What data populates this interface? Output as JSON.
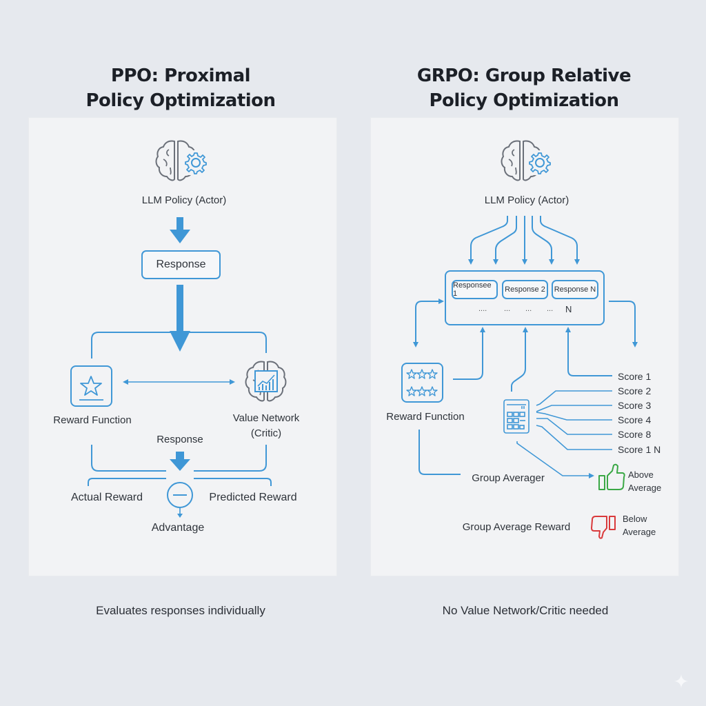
{
  "ppo": {
    "title_line1": "PPO: Proximal",
    "title_line2": "Policy Optimization",
    "policy_label": "LLM Policy (Actor)",
    "response_box": "Response",
    "reward_function": "Reward Function",
    "value_network_line1": "Value Network",
    "value_network_line2": "(Critic)",
    "response_label": "Response",
    "actual_reward": "Actual Reward",
    "predicted_reward": "Predicted Reward",
    "advantage": "Advantage",
    "caption": "Evaluates responses individually",
    "icons": [
      "brain-gear-icon",
      "star-icon",
      "brain-chart-icon",
      "minus-circle-icon"
    ]
  },
  "grpo": {
    "title_line1": "GRPO: Group Relative",
    "title_line2": "Policy Optimization",
    "policy_label": "LLM Policy (Actor)",
    "responses": [
      "Responsee 1",
      "Response 2",
      "Response N"
    ],
    "ellipses": [
      "....",
      "...",
      "...",
      "..."
    ],
    "n_label": "N",
    "reward_function": "Reward Function",
    "scores": [
      "Score 1",
      "Score 2",
      "Score 3",
      "Score 4",
      "Score 8",
      "Score 1 N"
    ],
    "group_averager": "Group Averager",
    "group_average_reward": "Group Average Reward",
    "above_line1": "Above",
    "above_line2": "Average",
    "below_line1": "Below",
    "below_line2": "Average",
    "caption": "No Value Network/Critic needed",
    "icons": [
      "brain-gear-icon",
      "stars-icon",
      "calculator-icon",
      "thumbs-up-icon",
      "thumbs-down-icon"
    ]
  },
  "colors": {
    "accent": "#3f97d6",
    "icon_gray": "#6b7079",
    "positive": "#3aa845",
    "negative": "#d9393b",
    "background": "#e6e9ee",
    "panel": "#f2f3f5"
  }
}
